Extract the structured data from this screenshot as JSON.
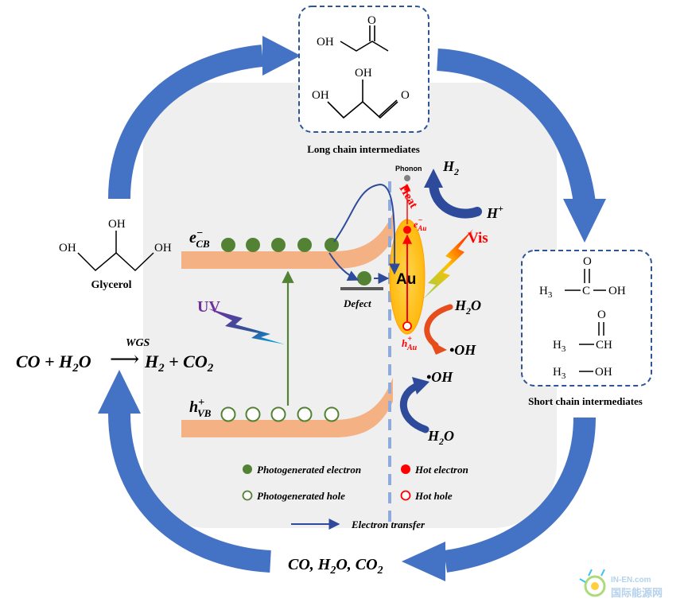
{
  "colors": {
    "cycle_arrow": "#4472C4",
    "panel_bg": "#EFEFEF",
    "band": "#F4B183",
    "electron": "#548235",
    "hot": "#FF0000",
    "au": "#FFC000",
    "uv": "#7030A0",
    "flash": "#1F4E79"
  },
  "labels": {
    "long_chain": "Long chain intermediates",
    "short_chain": "Short chain intermediates",
    "glycerol": "Glycerol",
    "oh": "OH",
    "o": "O",
    "h3c": "H",
    "h3c_sub": "3",
    "ch": "CH",
    "c": "C",
    "ecb_main": "e",
    "ecb_sup": "−",
    "ecb_sub": "CB",
    "hvb_main": "h",
    "hvb_sup": "+",
    "hvb_sub": "VB",
    "uv": "UV",
    "vis": "Vis",
    "au": "Au",
    "defect": "Defect",
    "phonon": "Phonon",
    "heat": "Heat",
    "eau_main": "e",
    "eau_sup": "−",
    "eau_sub": "Au",
    "hau_main": "h",
    "hau_sup": "+",
    "hau_sub": "Au",
    "h2_main": "H",
    "h2_sub": "2",
    "hplus_main": "H",
    "hplus_sup": "+",
    "h2o_main": "H",
    "h2o_sub": "2",
    "h2o_end": "O",
    "dot_oh": "•OH",
    "wgs": "WGS",
    "eq_left": "CO + H",
    "eq_sub1": "2",
    "eq_mid": "O",
    "eq_arrow": "⟶",
    "eq_right": "H",
    "eq_sub2": "2",
    "eq_plus": " + CO",
    "eq_sub3": "2",
    "products": "CO, H",
    "products_sub1": "2",
    "products_mid": "O, CO",
    "products_sub2": "2",
    "legend_photo_electron": "Photogenerated electron",
    "legend_photo_hole": "Photogenerated hole",
    "legend_hot_electron": "Hot electron",
    "legend_hot_hole": "Hot hole",
    "legend_transfer": "Electron transfer",
    "watermark_en": "IN-EN.com",
    "watermark_cn": "国际能源网"
  }
}
